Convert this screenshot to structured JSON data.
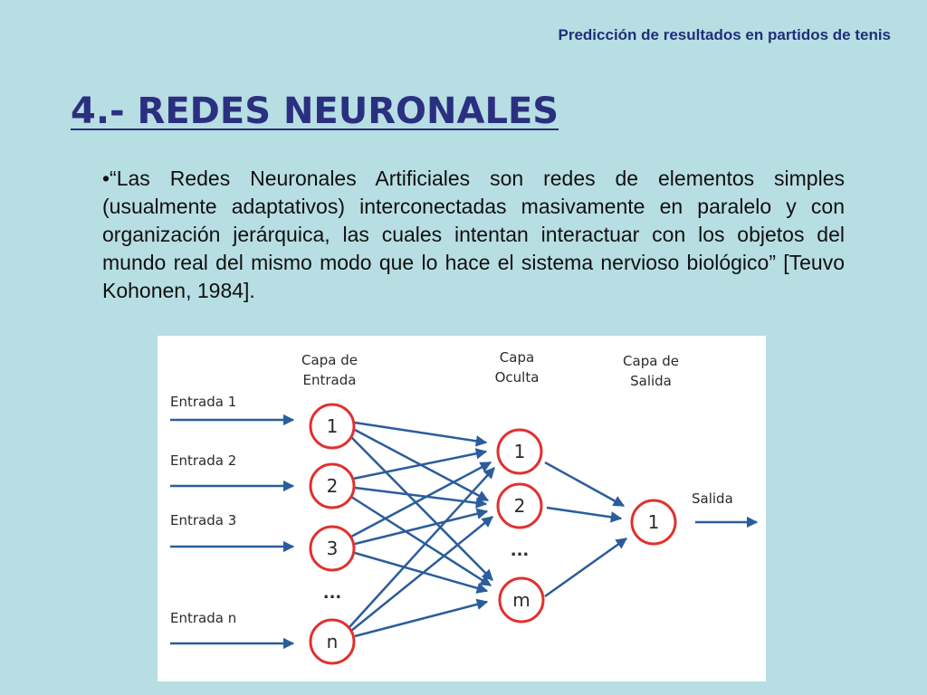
{
  "header": {
    "title": "Predicción de resultados en partidos de tenis"
  },
  "main": {
    "title": "4.- REDES NEURONALES",
    "quote": "•“Las Redes Neuronales Artificiales son redes de elementos simples (usualmente adaptativos) interconectadas masivamente en paralelo y con organización jerárquica, las cuales intentan interactuar con los objetos del mundo real del mismo modo que lo hace el sistema nervioso biológico” [Teuvo Kohonen, 1984]."
  },
  "diagram": {
    "layer_input_line1": "Capa de",
    "layer_input_line2": "Entrada",
    "layer_hidden_line1": "Capa",
    "layer_hidden_line2": "Oculta",
    "layer_output_line1": "Capa de",
    "layer_output_line2": "Salida",
    "inputs": [
      "Entrada 1",
      "Entrada 2",
      "Entrada 3",
      "Entrada n"
    ],
    "input_nodes": [
      "1",
      "2",
      "3",
      "n"
    ],
    "hidden_nodes": [
      "1",
      "2",
      "m"
    ],
    "output_node": "1",
    "output_label": "Salida",
    "ellipsis": "...",
    "colors": {
      "arrow": "#2a5d9b",
      "node_border": "#e0312e"
    }
  }
}
